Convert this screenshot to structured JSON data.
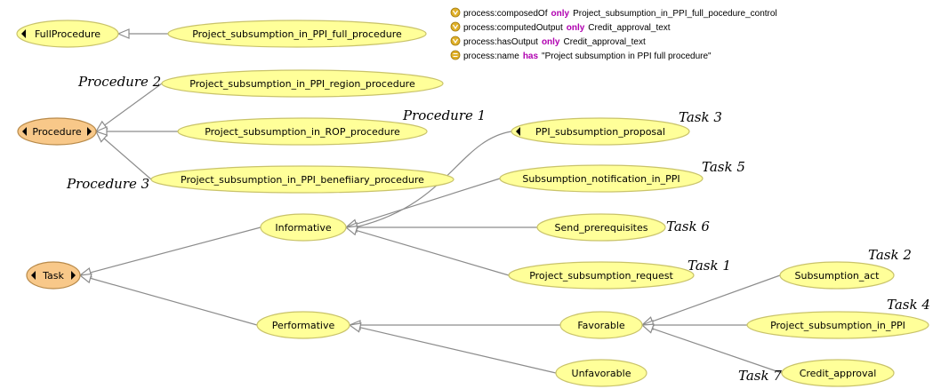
{
  "colors": {
    "class_fill": "#ffff99",
    "class_stroke": "#c9c36a",
    "root_fill": "#f8c889",
    "root_stroke": "#b88a4a",
    "edge": "#8c8c8c",
    "keyword": "#b000b0",
    "restriction_icon": "#e0b028"
  },
  "nodes": [
    {
      "id": "fullprocedure",
      "label": "FullProcedure",
      "style": "plain",
      "left_arrow": true,
      "right_arrow": false
    },
    {
      "id": "ppi_full",
      "label": "Project_subsumption_in_PPI_full_procedure",
      "style": "plain"
    },
    {
      "id": "ppi_region",
      "label": "Project_subsumption_in_PPI_region_procedure",
      "style": "plain"
    },
    {
      "id": "procedure",
      "label": "Procedure",
      "style": "root",
      "left_arrow": true,
      "right_arrow": true
    },
    {
      "id": "rop",
      "label": "Project_subsumption_in_ROP_procedure",
      "style": "plain"
    },
    {
      "id": "beneficiary",
      "label": "Project_subsumption_in_PPI_benefiiary_procedure",
      "style": "plain"
    },
    {
      "id": "proposal",
      "label": "PPI_subsumption_proposal",
      "style": "plain",
      "left_arrow": true,
      "right_arrow": false
    },
    {
      "id": "notification",
      "label": "Subsumption_notification_in_PPI",
      "style": "plain"
    },
    {
      "id": "informative",
      "label": "Informative",
      "style": "plain"
    },
    {
      "id": "prereq",
      "label": "Send_prerequisites",
      "style": "plain"
    },
    {
      "id": "task",
      "label": "Task",
      "style": "root",
      "left_arrow": true,
      "right_arrow": true
    },
    {
      "id": "request",
      "label": "Project_subsumption_request",
      "style": "plain"
    },
    {
      "id": "act",
      "label": "Subsumption_act",
      "style": "plain"
    },
    {
      "id": "performative",
      "label": "Performative",
      "style": "plain"
    },
    {
      "id": "favorable",
      "label": "Favorable",
      "style": "plain"
    },
    {
      "id": "ppi",
      "label": "Project_subsumption_in_PPI",
      "style": "plain"
    },
    {
      "id": "unfavorable",
      "label": "Unfavorable",
      "style": "plain"
    },
    {
      "id": "credit",
      "label": "Credit_approval",
      "style": "plain"
    }
  ],
  "annotations": [
    {
      "id": "procedure-2",
      "text": "Procedure 2"
    },
    {
      "id": "procedure-1",
      "text": "Procedure 1"
    },
    {
      "id": "procedure-3",
      "text": "Procedure 3"
    },
    {
      "id": "task-3",
      "text": "Task 3"
    },
    {
      "id": "task-5",
      "text": "Task 5"
    },
    {
      "id": "task-6",
      "text": "Task 6"
    },
    {
      "id": "task-1",
      "text": "Task 1"
    },
    {
      "id": "task-2",
      "text": "Task 2"
    },
    {
      "id": "task-4",
      "text": "Task 4"
    },
    {
      "id": "task-7",
      "text": "Task 7"
    }
  ],
  "restrictions": [
    {
      "icon": "restriction-icon",
      "prefix": "process:composedOf",
      "keyword": "only",
      "suffix": "Project_subsumption_in_PPI_full_pocedure_control"
    },
    {
      "icon": "restriction-icon",
      "prefix": "process:computedOutput",
      "keyword": "only",
      "suffix": "Credit_approval_text"
    },
    {
      "icon": "restriction-icon",
      "prefix": "process:hasOutput",
      "keyword": "only",
      "suffix": "Credit_approval_text"
    },
    {
      "icon": "value-icon",
      "prefix": "process:name",
      "keyword": "has",
      "suffix": "\"Project subsumption in PPI full procedure\""
    }
  ]
}
